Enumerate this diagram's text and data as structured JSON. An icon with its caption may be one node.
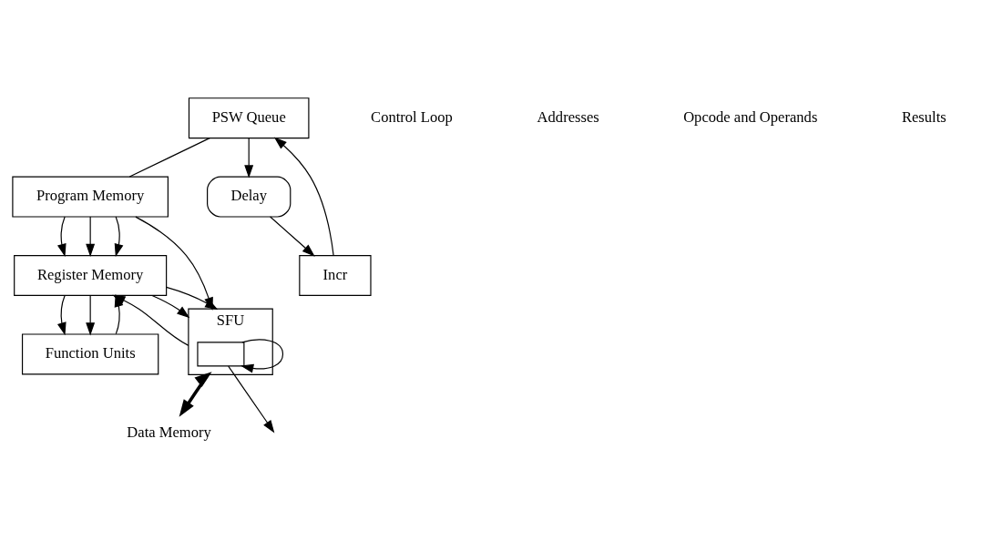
{
  "diagram": {
    "nodes": [
      {
        "text": [
          "PSW Queue"
        ]
      },
      {
        "text": [
          "Program Memory"
        ]
      },
      {
        "text": [
          "Incr"
        ]
      },
      {
        "text": [
          "Delay"
        ]
      },
      {
        "text": [
          "Register Memory"
        ]
      },
      {
        "text": [
          "Function Units"
        ]
      },
      {
        "text": [
          "SFU"
        ]
      },
      {
        "text": [],
        "shape": "box",
        "in": 6
      },
      {
        "text": [
          "Data Memory"
        ]
      }
    ],
    "edges": [
      {
        "from": 0,
        "to": 1,
        "arrow": "none"
      },
      {
        "from": 0,
        "to": 3,
        "arrow": "to"
      },
      {
        "from": 3,
        "to": 2,
        "arrow": "to"
      },
      {
        "from": 2,
        "to": 0,
        "arrow": "to"
      },
      {
        "from": 1,
        "to": 4,
        "arrow": "to"
      },
      {
        "from": 1,
        "to": 4,
        "arrow": "to"
      },
      {
        "from": 1,
        "to": 4,
        "arrow": "to"
      },
      {
        "from": 1,
        "to": 6,
        "arrow": "to"
      },
      {
        "from": 4,
        "to": 5,
        "arrow": "to"
      },
      {
        "from": 4,
        "to": 5,
        "arrow": "to"
      },
      {
        "from": 4,
        "to": 6,
        "arrow": "to"
      },
      {
        "from": 4,
        "to": 6,
        "arrow": "to"
      },
      {
        "from": 5,
        "to": 4,
        "arrow": "to"
      },
      {
        "from": 6,
        "to": 4,
        "arrow": "to"
      },
      {
        "from": 7,
        "to": 7,
        "arrow": "to"
      },
      {
        "from": 7,
        "to": null,
        "arrow": "to"
      },
      {
        "from": 6,
        "to": 8,
        "arrow": "both",
        "style": "thick"
      }
    ],
    "labels": [
      "Control Loop",
      "Addresses",
      "Opcode and Operands",
      "Results"
    ]
  }
}
